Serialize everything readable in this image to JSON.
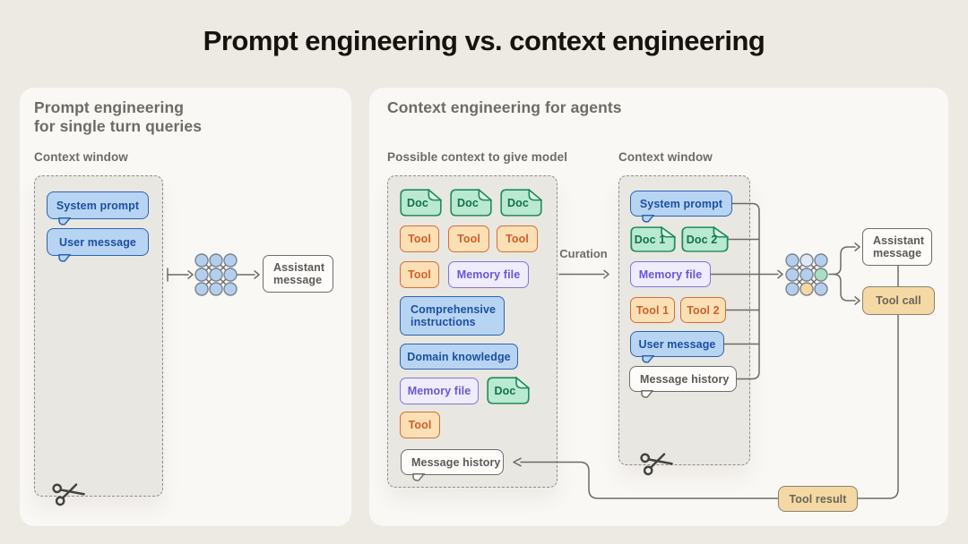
{
  "title": "Prompt engineering vs. context engineering",
  "colors": {
    "page_bg": "#edeae4",
    "card_bg": "#faf8f5",
    "dashed_box_bg": "#e9e7e1",
    "blue_fill": "#b7d4f2",
    "blue_border": "#2c64ae",
    "blue_text": "#1d4fa0",
    "green_fill": "#b9e9d0",
    "green_border": "#1f8a5a",
    "green_text": "#11724a",
    "orange_fill": "#fbe0b5",
    "orange_border": "#d96c35",
    "orange_text": "#d05f2b",
    "purple_fill": "#efecfc",
    "purple_border": "#8274e0",
    "purple_text": "#6a57d6",
    "tan_fill": "#f4d9a4",
    "neutral_border": "#6f6d67",
    "neutral_text": "#5d5a54",
    "line_color": "#6d6a63"
  },
  "left_panel": {
    "heading_line1": "Prompt engineering",
    "heading_line2": "for single turn queries",
    "context_window_label": "Context window",
    "system_prompt": "System prompt",
    "user_message": "User message",
    "assistant_message": "Assistant message"
  },
  "right_panel": {
    "heading": "Context engineering for agents",
    "possible_context_label": "Possible context to give model",
    "curation_label": "Curation",
    "context_window_label": "Context window",
    "pool": {
      "doc1": "Doc",
      "doc2": "Doc",
      "doc3": "Doc",
      "tool1": "Tool",
      "tool2": "Tool",
      "tool3": "Tool",
      "tool4": "Tool",
      "memory_file1": "Memory file",
      "comprehensive_instructions": "Comprehensive instructions",
      "domain_knowledge": "Domain knowledge",
      "memory_file2": "Memory file",
      "doc4": "Doc",
      "tool5": "Tool",
      "message_history": "Message history"
    },
    "context_window": {
      "system_prompt": "System prompt",
      "doc1": "Doc 1",
      "doc2": "Doc 2",
      "memory_file": "Memory file",
      "tool1": "Tool 1",
      "tool2": "Tool 2",
      "user_message": "User message",
      "message_history": "Message history"
    },
    "outputs": {
      "assistant_message": "Assistant message",
      "tool_call": "Tool call",
      "tool_result": "Tool result"
    }
  },
  "icons": {
    "model": "neural-network-icon",
    "trim": "scissors-icon"
  }
}
